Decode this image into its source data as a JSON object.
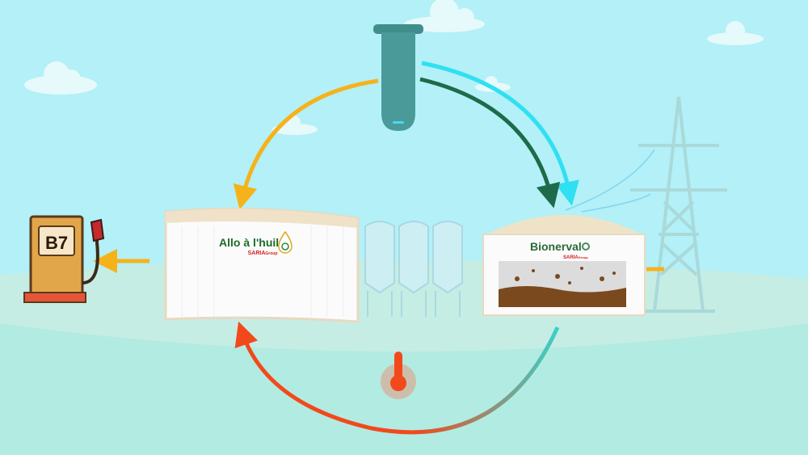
{
  "pump": {
    "label": "B7"
  },
  "oil_plant": {
    "brand": "Allo à l'huile",
    "group": "SARIA",
    "group_suffix": "Group"
  },
  "biogas_plant": {
    "brand": "Bionerval",
    "group": "SARIA",
    "group_suffix": "Group"
  },
  "colors": {
    "sky": "#b3f0f7",
    "ground": "#c2ede6",
    "arrow_orange": "#f6b21b",
    "arrow_cyan": "#2fe0f2",
    "arrow_green": "#1d6b4a",
    "arrow_red": "#f2491c",
    "tube": "#4a9a9a"
  }
}
